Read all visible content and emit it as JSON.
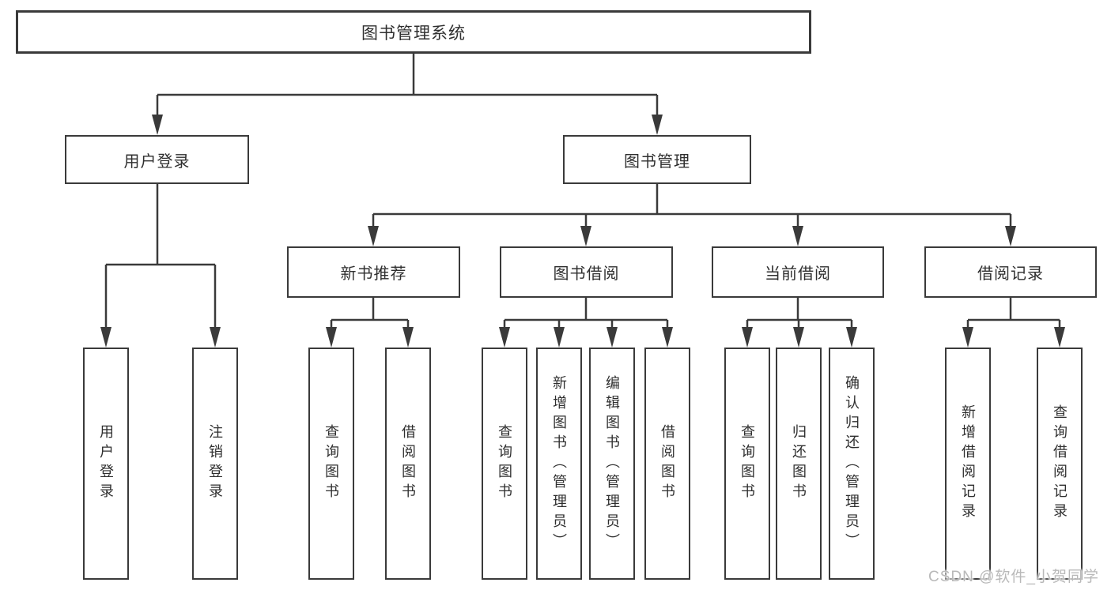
{
  "tree": {
    "root": {
      "label": "图书管理系统"
    },
    "branches": [
      {
        "label": "用户登录",
        "children": [
          {
            "label": "用户登录"
          },
          {
            "label": "注销登录"
          }
        ]
      },
      {
        "label": "图书管理",
        "children": [
          {
            "label": "新书推荐",
            "children": [
              {
                "label": "查询图书"
              },
              {
                "label": "借阅图书"
              }
            ]
          },
          {
            "label": "图书借阅",
            "children": [
              {
                "label": "查询图书"
              },
              {
                "label": "新增图书（管理员）"
              },
              {
                "label": "编辑图书（管理员）"
              },
              {
                "label": "借阅图书"
              }
            ]
          },
          {
            "label": "当前借阅",
            "children": [
              {
                "label": "查询图书"
              },
              {
                "label": "归还图书"
              },
              {
                "label": "确认归还（管理员）"
              }
            ]
          },
          {
            "label": "借阅记录",
            "children": [
              {
                "label": "新增借阅记录"
              },
              {
                "label": "查询借阅记录"
              }
            ]
          }
        ]
      }
    ]
  },
  "watermark": {
    "text": "CSDN @软件_小贺同学"
  },
  "colors": {
    "line": "#3a3a3a",
    "box_border": "#3a3a3a",
    "text": "#2f2f2f",
    "watermark": "#b9b9b9",
    "background": "#ffffff"
  }
}
